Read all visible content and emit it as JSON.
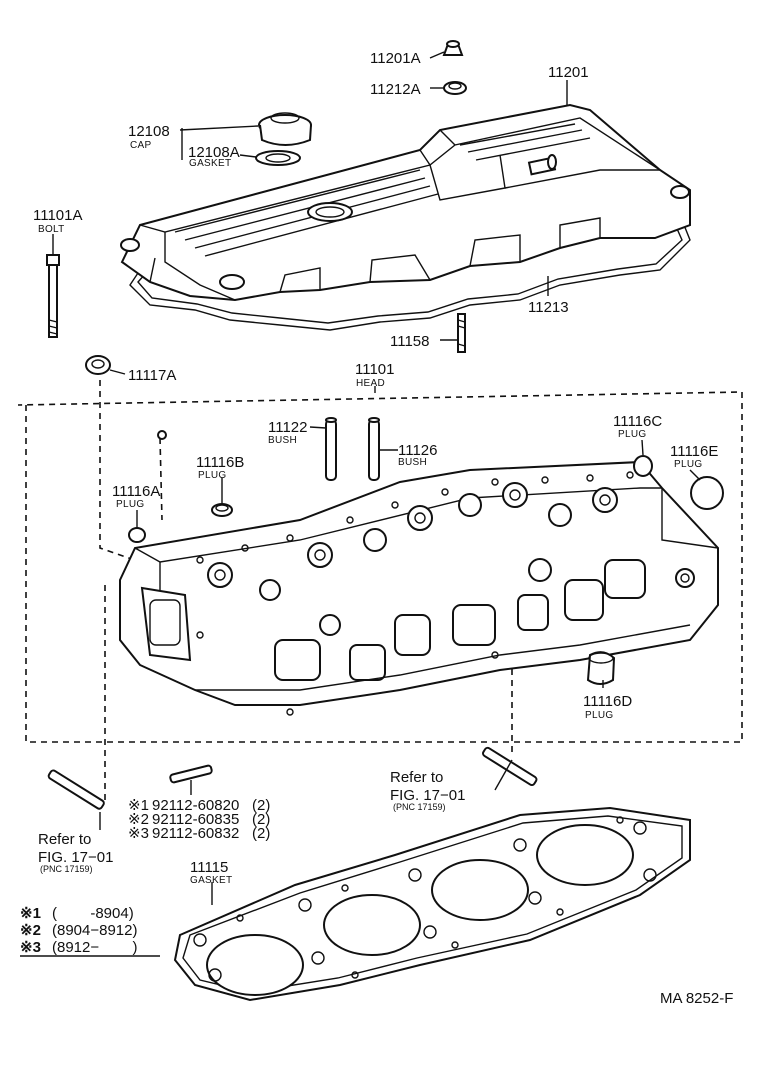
{
  "parts": {
    "p11201A": "11201A",
    "p11212A": "11212A",
    "p11201": "11201",
    "p12108": "12108",
    "p12108_sub": "CAP",
    "p12108A": "12108A",
    "p12108A_sub": "GASKET",
    "p11101A": "11101A",
    "p11101A_sub": "BOLT",
    "p11213": "11213",
    "p11158": "11158",
    "p11117A": "11117A",
    "p11101": "11101",
    "p11101_sub": "HEAD",
    "p11122": "11122",
    "p11122_sub": "BUSH",
    "p11126": "11126",
    "p11126_sub": "BUSH",
    "p11116C": "11116C",
    "p11116C_sub": "PLUG",
    "p11116E": "11116E",
    "p11116E_sub": "PLUG",
    "p11116B": "11116B",
    "p11116B_sub": "PLUG",
    "p11116A": "11116A",
    "p11116A_sub": "PLUG",
    "p11116D": "11116D",
    "p11116D_sub": "PLUG",
    "p11115": "11115",
    "p11115_sub": "GASKET"
  },
  "refer_right": {
    "line1": "Refer to",
    "line2": "FIG. 17−01",
    "pnc": "(PNC 17159)"
  },
  "refer_left": {
    "line1": "Refer to",
    "line2": "FIG. 17−01",
    "pnc": "(PNC 17159)"
  },
  "studs": [
    {
      "mark": "※1",
      "part": "92112-60820",
      "qty": "(2)"
    },
    {
      "mark": "※2",
      "part": "92112-60835",
      "qty": "(2)"
    },
    {
      "mark": "※3",
      "part": "92112-60832",
      "qty": "(2)"
    }
  ],
  "legend": [
    {
      "mark": "※1",
      "range": "(        -8904)"
    },
    {
      "mark": "※2",
      "range": "(8904−8912)"
    },
    {
      "mark": "※3",
      "range": "(8912−        )"
    }
  ],
  "code": "MA 8252-F",
  "colors": {
    "ink": "#111111",
    "paper": "#ffffff"
  }
}
